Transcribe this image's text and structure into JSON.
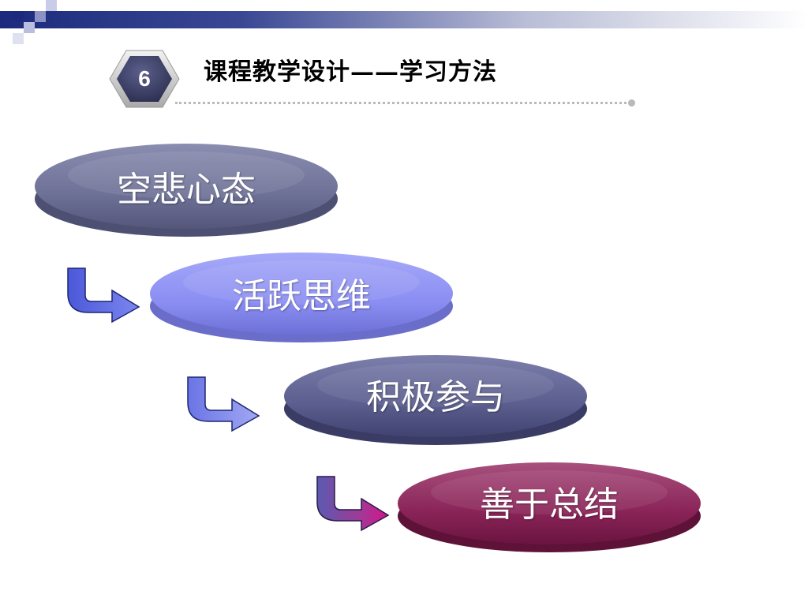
{
  "header": {
    "slide_number": "6",
    "title": "课程教学设计——学习方法"
  },
  "steps": [
    {
      "label": "空悲心态",
      "color": "#6e7196"
    },
    {
      "label": "活跃思维",
      "color": "#8b8ef2"
    },
    {
      "label": "积极参与",
      "color": "#5b5e8e"
    },
    {
      "label": "善于总结",
      "color": "#8a2458"
    }
  ],
  "colors": {
    "brand_bar": "#1b2a7c",
    "badge": "#3c3e64",
    "divider": "#b9b9b9"
  },
  "icons": {
    "badge_shape": "hexagon-badge",
    "step_arrow": "curved-right-arrow-icon"
  }
}
